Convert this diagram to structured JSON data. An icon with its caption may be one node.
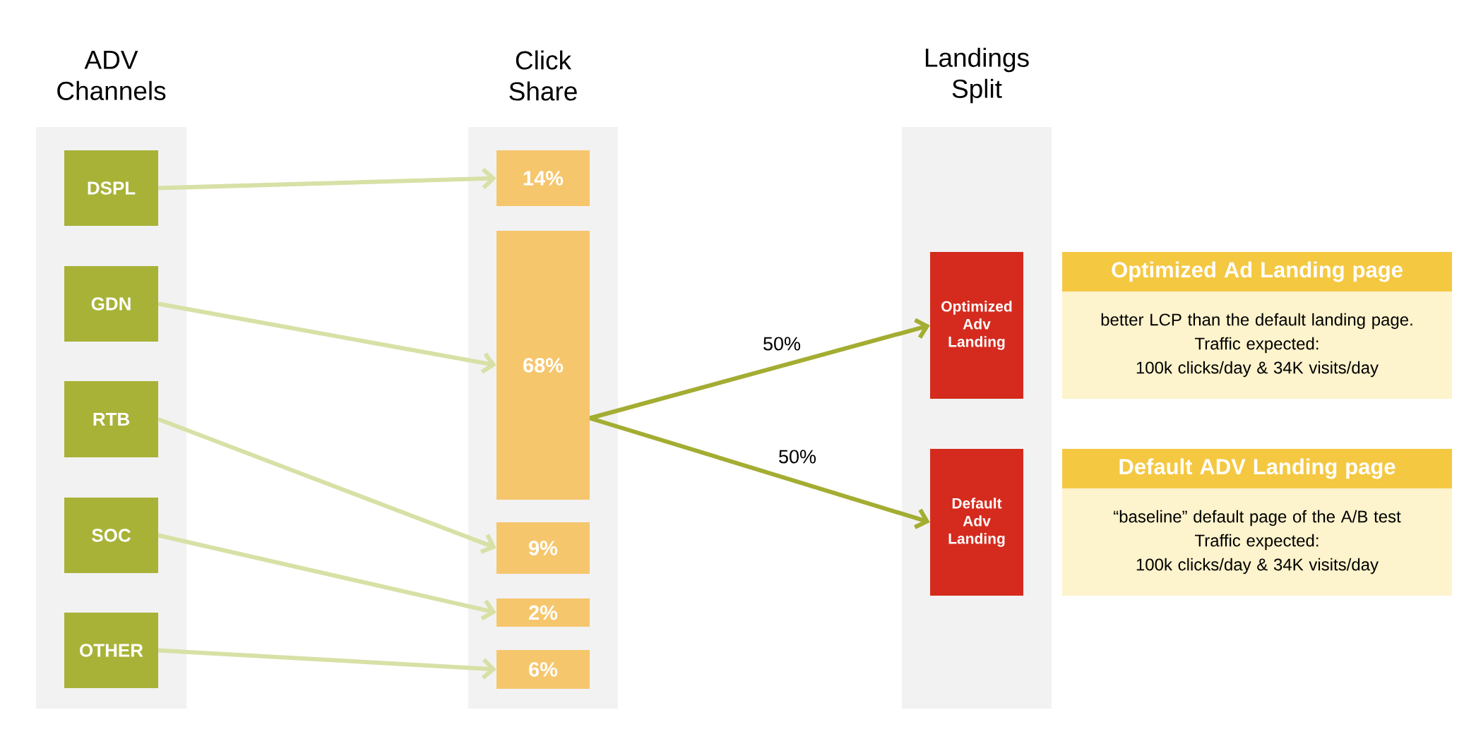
{
  "diagram": {
    "nodes": [
      {
        "text": [
          "ADV Channels"
        ]
      },
      {
        "text": [
          "DSPL"
        ],
        "in": 0
      },
      {
        "text": [
          "GDN"
        ],
        "in": 0
      },
      {
        "text": [
          "RTB"
        ],
        "in": 0
      },
      {
        "text": [
          "SOC"
        ],
        "in": 0
      },
      {
        "text": [
          "OTHER"
        ],
        "in": 0
      },
      {
        "text": [
          "Click Share"
        ]
      },
      {
        "text": [
          "14%"
        ],
        "in": 6
      },
      {
        "text": [
          "68%"
        ],
        "in": 6
      },
      {
        "text": [
          "9%"
        ],
        "in": 6
      },
      {
        "text": [
          "2%"
        ],
        "in": 6
      },
      {
        "text": [
          "6%"
        ],
        "in": 6
      },
      {
        "text": [
          "Landings Split"
        ]
      },
      {
        "text": [
          "Optimized Adv Landing"
        ],
        "in": 12
      },
      {
        "text": [
          "Default Adv Landing"
        ],
        "in": 12
      },
      {
        "text": [
          "Optimized Ad Landing page",
          "better LCP than the default landing page.",
          "Traffic expected:",
          "100k clicks/day & 34K visits/day"
        ]
      },
      {
        "text": [
          "Default ADV Landing page",
          "“baseline” default page of the A/B test",
          "Traffic expected:",
          "100k clicks/day & 34K visits/day"
        ]
      }
    ],
    "edges": [
      {
        "from": 1,
        "to": 7,
        "arrow": "to"
      },
      {
        "from": 2,
        "to": 8,
        "arrow": "to"
      },
      {
        "from": 3,
        "to": 9,
        "arrow": "to"
      },
      {
        "from": 4,
        "to": 10,
        "arrow": "to"
      },
      {
        "from": 5,
        "to": 11,
        "arrow": "to"
      },
      {
        "from": 8,
        "to": 13,
        "arrow": "to",
        "label": "50%",
        "color": "#a3ad32"
      },
      {
        "from": 8,
        "to": 14,
        "arrow": "to",
        "label": "50%",
        "color": "#a3ad32"
      }
    ]
  }
}
